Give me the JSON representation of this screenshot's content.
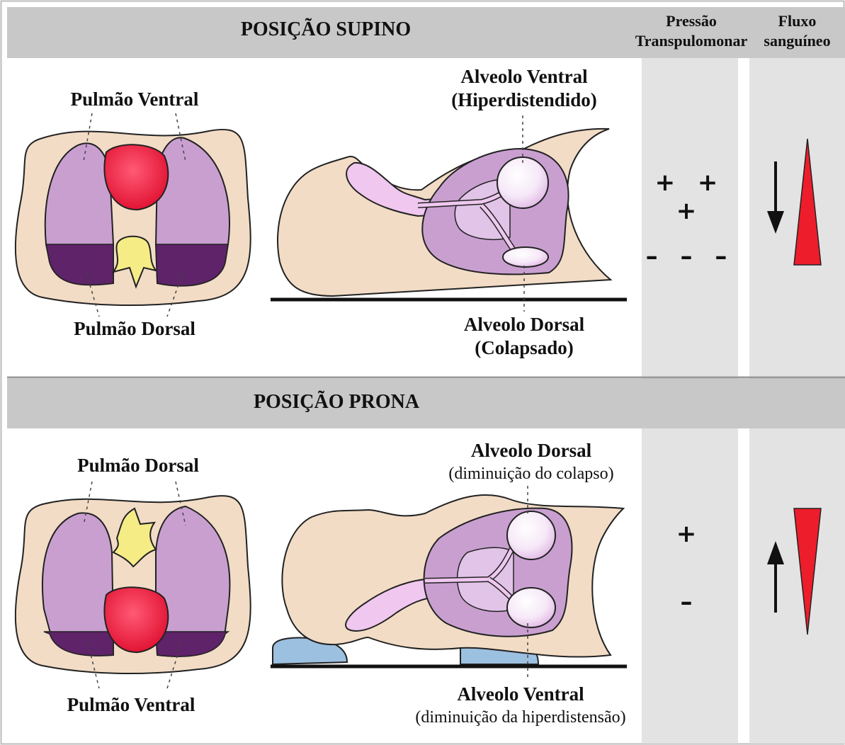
{
  "header": {
    "supino_title": "POSIÇÃO SUPINO",
    "prona_title": "POSIÇÃO PRONA",
    "col_pressao_line1": "Pressão",
    "col_pressao_line2": "Transpulomonar",
    "col_fluxo_line1": "Fluxo",
    "col_fluxo_line2": "sanguíneo"
  },
  "supino": {
    "pulmao_top": "Pulmão Ventral",
    "pulmao_bottom": "Pulmão Dorsal",
    "alveolo_top_line1": "Alveolo Ventral",
    "alveolo_top_line2": "(Hiperdistendido)",
    "alveolo_bottom_line1": "Alveolo Dorsal",
    "alveolo_bottom_line2": "(Colapsado)",
    "pressao_top": "+ + +",
    "pressao_bottom": "– – –",
    "fluxo_arrow": "down"
  },
  "prona": {
    "pulmao_top": "Pulmão Dorsal",
    "pulmao_bottom": "Pulmão Ventral",
    "alveolo_top_line1": "Alveolo Dorsal",
    "alveolo_top_line2": "(diminuição do colapso)",
    "alveolo_bottom_line1": "Alveolo Ventral",
    "alveolo_bottom_line2": "(diminuição da hiperdistensão)",
    "pressao_top": "+",
    "pressao_bottom": "–",
    "fluxo_arrow": "up"
  },
  "colors": {
    "header_gray": "#c8c8c8",
    "column_gray": "#e3e3e3",
    "skin": "#f2dcc6",
    "lung": "#c99fd0",
    "lung_dark": "#5e2368",
    "heart": "#ec1c3a",
    "spine": "#f5ec86",
    "airway": "#efc7ef",
    "pillow": "#9cc0e0",
    "triangle": "#ee1d2b"
  }
}
